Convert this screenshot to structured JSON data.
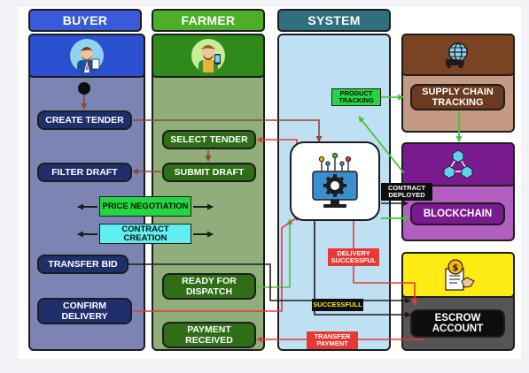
{
  "lanes": {
    "buyer": "BUYER",
    "farmer": "FARMER",
    "system": "SYSTEM"
  },
  "buyer": {
    "create_tender": "CREATE TENDER",
    "filter_draft": "FILTER DRAFT",
    "transfer_bid": "TRANSFER BID",
    "confirm_delivery": "CONFIRM DELIVERY"
  },
  "farmer": {
    "select_tender": "SELECT TENDER",
    "submit_draft": "SUBMIT DRAFT",
    "ready_for_dispatch": "READY FOR DISPATCH",
    "payment_received": "PAYMENT RECEIVED"
  },
  "shared": {
    "price_negotiation": "PRICE NEGOTIATION",
    "contract_creation": "CONTRACT CREATION"
  },
  "services": {
    "supply_chain": "SUPPLY CHAIN TRACKING",
    "blockchain": "BLOCKCHAIN",
    "escrow": "ESCROW ACCOUNT"
  },
  "labels": {
    "product_tracking": "PRODUCT TRACKING",
    "contract_deployed": "CONTRACT DEPLOYED",
    "delivery_successful": "DELIVERY SUCCESSFUL",
    "successfull": "SUCCESSFULL",
    "transfer_payment": "TRANSFER PAYMENT"
  },
  "colors": {
    "buyer_head": "#3a5bd9",
    "farmer_head": "#4caf27",
    "system_head": "#2f6f7f",
    "buyer_lane": "#7b84b3",
    "farmer_lane": "#8fae79",
    "system_lane": "#bfe0f3",
    "arrow_red": "#e53935",
    "arrow_green": "#43c43a",
    "arrow_brown": "#8b4a2b"
  },
  "icons": {
    "buyer": "businessman-icon",
    "farmer": "farmer-phone-icon",
    "system": "computer-gear-icon",
    "supply_chain": "globe-truck-icon",
    "blockchain": "cubes-network-icon",
    "escrow": "money-contract-icon"
  }
}
